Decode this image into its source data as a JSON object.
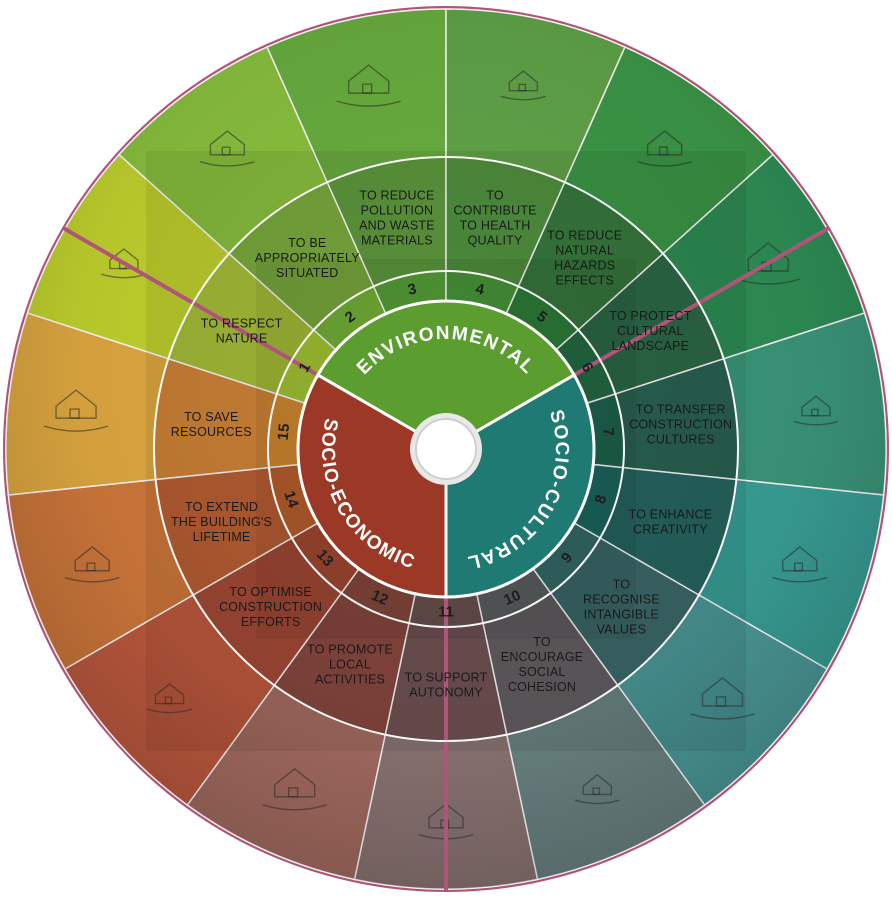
{
  "categories": [
    {
      "id": "environmental",
      "label": "ENVIRONMENTAL",
      "color": "#5b9e2f"
    },
    {
      "id": "socio-cultural",
      "label": "SOCIO-CULTURAL",
      "color": "#1f7a73"
    },
    {
      "id": "socio-economic",
      "label": "SOCIO-ECONOMIC",
      "color": "#9b3826"
    }
  ],
  "goals": [
    {
      "number": "1",
      "label": "TO RESPECT\nNATURE",
      "category": "environmental"
    },
    {
      "number": "2",
      "label": "TO BE\nAPPROPRIATELY\nSITUATED",
      "category": "environmental"
    },
    {
      "number": "3",
      "label": "TO REDUCE\nPOLLUTION\nAND WASTE\nMATERIALS",
      "category": "environmental"
    },
    {
      "number": "4",
      "label": "TO\nCONTRIBUTE\nTO HEALTH\nQUALITY",
      "category": "environmental"
    },
    {
      "number": "5",
      "label": "TO REDUCE\nNATURAL\nHAZARDS\nEFFECTS",
      "category": "environmental"
    },
    {
      "number": "6",
      "label": "TO PROTECT\nCULTURAL\nLANDSCAPE",
      "category": "socio-cultural"
    },
    {
      "number": "7",
      "label": "TO TRANSFER\nCONSTRUCTION\nCULTURES",
      "category": "socio-cultural"
    },
    {
      "number": "8",
      "label": "TO ENHANCE\nCREATIVITY",
      "category": "socio-cultural"
    },
    {
      "number": "9",
      "label": "TO\nRECOGNISE\nINTANGIBLE\nVALUES",
      "category": "socio-cultural"
    },
    {
      "number": "10",
      "label": "TO\nENCOURAGE\nSOCIAL\nCOHESION",
      "category": "socio-cultural"
    },
    {
      "number": "11",
      "label": "TO SUPPORT\nAUTONOMY",
      "category": "socio-economic"
    },
    {
      "number": "12",
      "label": "TO PROMOTE\nLOCAL\nACTIVITIES",
      "category": "socio-economic"
    },
    {
      "number": "13",
      "label": "TO OPTIMISE\nCONSTRUCTION\nEFFORTS",
      "category": "socio-economic"
    },
    {
      "number": "14",
      "label": "TO EXTEND\nTHE BUILDING'S\nLIFETIME",
      "category": "socio-economic"
    },
    {
      "number": "15",
      "label": "TO SAVE\nRESOURCES",
      "category": "socio-economic"
    }
  ],
  "illustrations": [
    "houses-on-hillside-sketch",
    "recycling-houses-sketch",
    "house-sun-ventilation-sketch",
    "house-flood-hazard-sketch",
    "terraced-landscape-sketch",
    "builders-teaching-sketch",
    "creative-house-design-sketch",
    "village-celebration-sketch",
    "community-houses-trees-sketch",
    "village-market-sketch",
    "four-houses-exchange-sketch",
    "tree-hut-construction-sketch",
    "house-repair-ladder-sketch",
    "house-solar-sun-sketch",
    "hillside-house-landscape-sketch"
  ]
}
